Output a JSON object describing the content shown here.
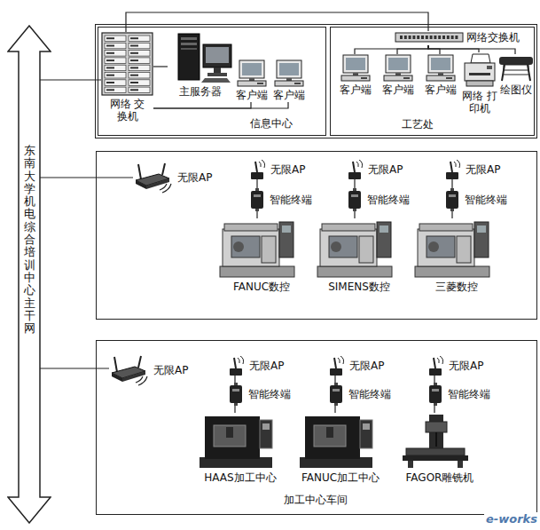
{
  "diagram": {
    "nodes": [
      {
        "text": [
          "东南大学机电综合培训中心主干网"
        ]
      },
      {
        "text": [
          "信息中心"
        ]
      },
      {
        "text": [
          "网络 交换机"
        ],
        "in": 1
      },
      {
        "text": [
          "主服务器"
        ],
        "in": 1
      },
      {
        "text": [
          "客户端"
        ],
        "in": 1
      },
      {
        "text": [
          "客户端"
        ],
        "in": 1
      },
      {
        "text": [
          "工艺处"
        ]
      },
      {
        "text": [
          "网络交换机"
        ],
        "in": 6
      },
      {
        "text": [
          "客户端"
        ],
        "in": 6
      },
      {
        "text": [
          "客户端"
        ],
        "in": 6
      },
      {
        "text": [
          "客户端"
        ],
        "in": 6
      },
      {
        "text": [
          "网络 打印机"
        ],
        "in": 6
      },
      {
        "text": [
          "绘图仪"
        ],
        "in": 6
      },
      {
        "text": [
          "无限AP"
        ]
      },
      {
        "text": [
          "无限AP"
        ]
      },
      {
        "text": [
          "智能终端"
        ]
      },
      {
        "text": [
          "FANUC数控"
        ]
      },
      {
        "text": [
          "无限AP"
        ]
      },
      {
        "text": [
          "智能终端"
        ]
      },
      {
        "text": [
          "SIMENS数控"
        ]
      },
      {
        "text": [
          "无限AP"
        ]
      },
      {
        "text": [
          "智能终端"
        ]
      },
      {
        "text": [
          "三菱数控"
        ]
      },
      {
        "text": [
          "加工中心车间"
        ]
      },
      {
        "text": [
          "无限AP"
        ],
        "in": 23
      },
      {
        "text": [
          "无限AP"
        ],
        "in": 23
      },
      {
        "text": [
          "智能终端"
        ],
        "in": 23
      },
      {
        "text": [
          "HAAS加工中心"
        ],
        "in": 23
      },
      {
        "text": [
          "无限AP"
        ],
        "in": 23
      },
      {
        "text": [
          "智能终端"
        ],
        "in": 23
      },
      {
        "text": [
          "FANUC加工中心"
        ],
        "in": 23
      },
      {
        "text": [
          "无限AP"
        ],
        "in": 23
      },
      {
        "text": [
          "智能终端"
        ],
        "in": 23
      },
      {
        "text": [
          "FAGOR雕铣机"
        ],
        "in": 23
      }
    ],
    "edges": [
      {
        "from": 0,
        "to": 2,
        "arrow": "none"
      },
      {
        "from": 0,
        "to": 13,
        "arrow": "none"
      },
      {
        "from": 0,
        "to": 24,
        "arrow": "none"
      },
      {
        "from": 2,
        "to": 3,
        "arrow": "none"
      },
      {
        "from": 2,
        "to": 4,
        "arrow": "none"
      },
      {
        "from": 2,
        "to": 5,
        "arrow": "none"
      },
      {
        "from": 2,
        "to": 7,
        "arrow": "none"
      },
      {
        "from": 7,
        "to": 8,
        "arrow": "none"
      },
      {
        "from": 7,
        "to": 9,
        "arrow": "none"
      },
      {
        "from": 7,
        "to": 10,
        "arrow": "none"
      },
      {
        "from": 7,
        "to": 11,
        "arrow": "none"
      },
      {
        "from": 7,
        "to": 12,
        "arrow": "none"
      },
      {
        "from": 14,
        "to": 15,
        "arrow": "none"
      },
      {
        "from": 15,
        "to": 16,
        "arrow": "none"
      },
      {
        "from": 17,
        "to": 18,
        "arrow": "none"
      },
      {
        "from": 18,
        "to": 19,
        "arrow": "none"
      },
      {
        "from": 20,
        "to": 21,
        "arrow": "none"
      },
      {
        "from": 21,
        "to": 22,
        "arrow": "none"
      },
      {
        "from": 25,
        "to": 26,
        "arrow": "none"
      },
      {
        "from": 26,
        "to": 27,
        "arrow": "none"
      },
      {
        "from": 28,
        "to": 29,
        "arrow": "none"
      },
      {
        "from": 29,
        "to": 30,
        "arrow": "none"
      },
      {
        "from": 31,
        "to": 32,
        "arrow": "none"
      },
      {
        "from": 32,
        "to": 33,
        "arrow": "none"
      }
    ],
    "labels": [
      "e-works"
    ]
  }
}
